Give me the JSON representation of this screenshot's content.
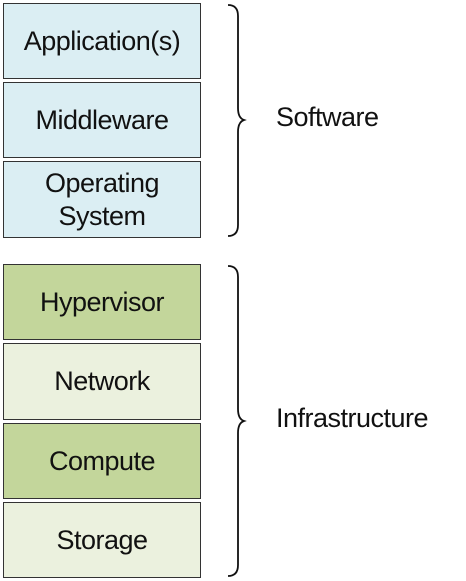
{
  "software": {
    "label": "Software",
    "layers": [
      {
        "label": "Application(s)"
      },
      {
        "label": "Middleware"
      },
      {
        "label": "Operating\nSystem"
      }
    ]
  },
  "infrastructure": {
    "label": "Infrastructure",
    "layers": [
      {
        "label": "Hypervisor"
      },
      {
        "label": "Network"
      },
      {
        "label": "Compute"
      },
      {
        "label": "Storage"
      }
    ]
  }
}
